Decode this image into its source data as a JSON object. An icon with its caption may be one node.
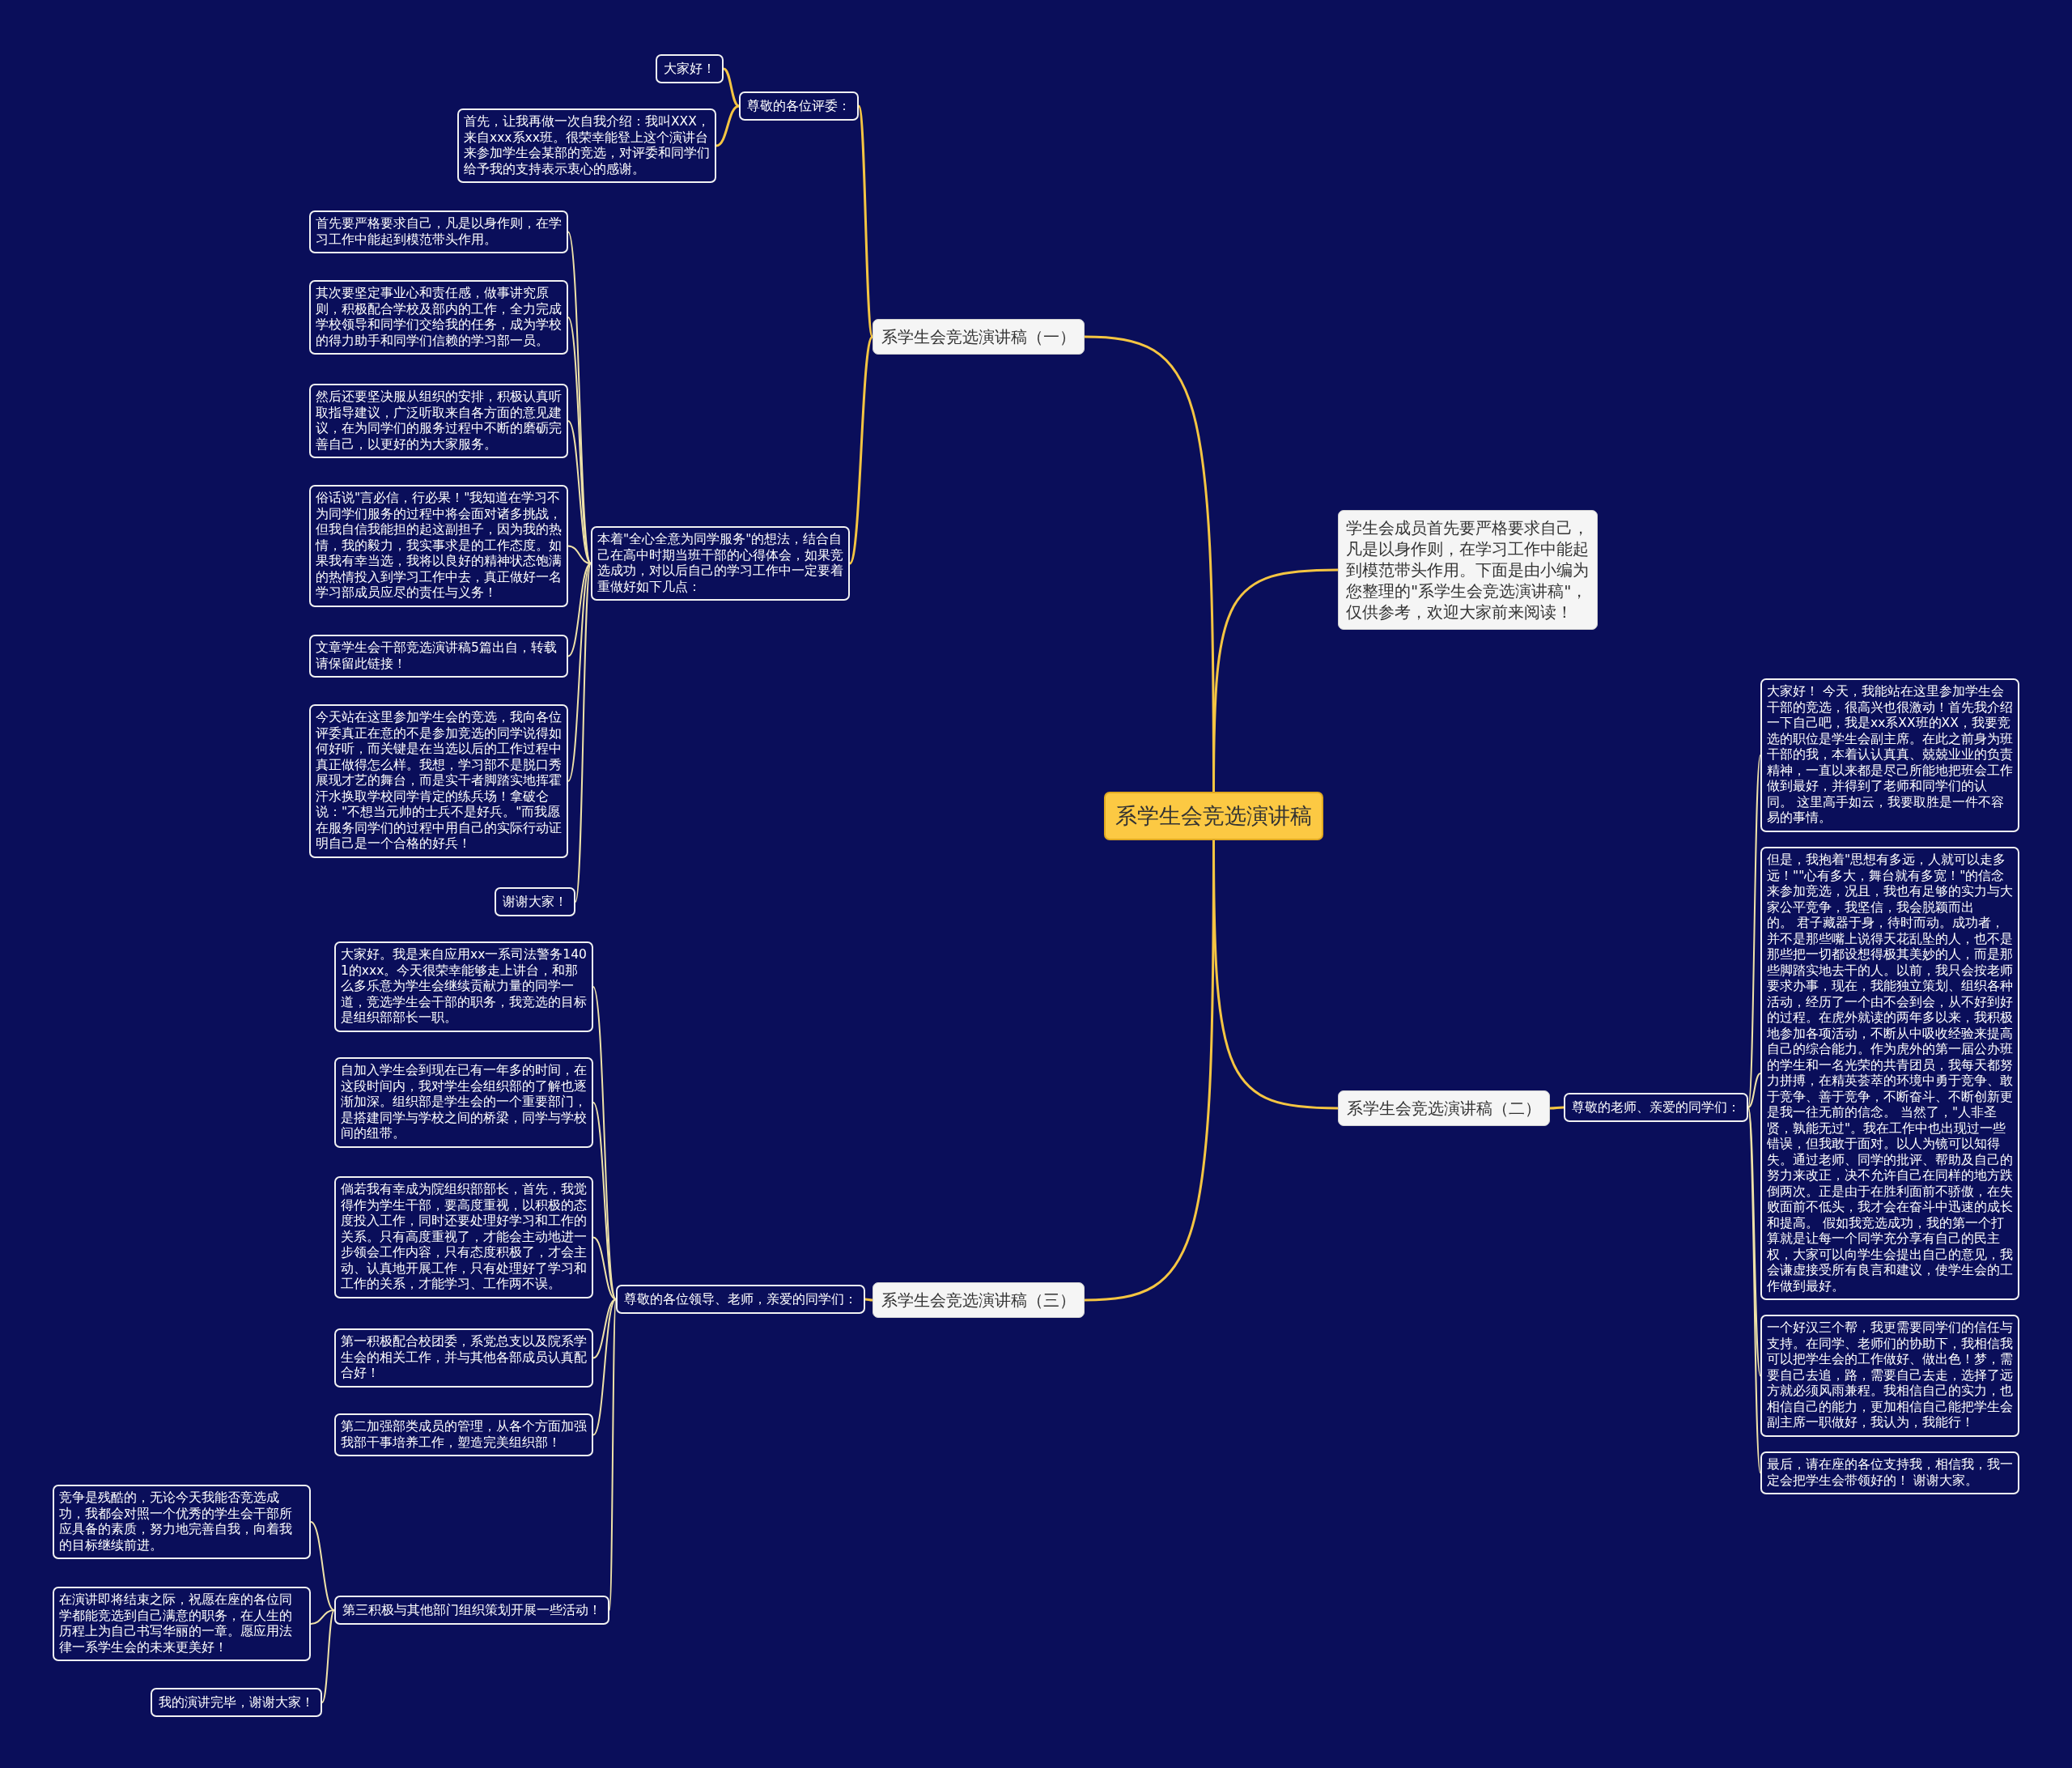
{
  "diagram": {
    "nodes": [
      {
        "text": [
          "系学生会竞选演讲稿"
        ]
      },
      {
        "text": [
          "系学生会竞选演讲稿（一）"
        ]
      },
      {
        "text": [
          "尊敬的各位评委："
        ]
      },
      {
        "text": [
          "大家好！"
        ]
      },
      {
        "text": [
          "首先，让我再做一次自我介绍：我叫XXX，来自xxx系xx班。很荣幸能登上这个演讲台来参加学生会某部的竞选，对评委和同学们给予我的支持表示衷心的感谢。"
        ]
      },
      {
        "text": [
          "本着\"全心全意为同学服务\"的想法，结合自己在高中时期当班干部的心得体会，如果竞选成功，对以后自己的学习工作中一定要着重做好如下几点："
        ]
      },
      {
        "text": [
          "首先要严格要求自己，凡是以身作则，在学习工作中能起到模范带头作用。"
        ]
      },
      {
        "text": [
          "其次要坚定事业心和责任感，做事讲究原则，积极配合学校及部内的工作，全力完成学校领导和同学们交给我的任务，成为学校的得力助手和同学们信赖的学习部一员。"
        ]
      },
      {
        "text": [
          "然后还要坚决服从组织的安排，积极认真听取指导建议，广泛听取来自各方面的意见建议，在为同学们的服务过程中不断的磨砺完善自己，以更好的为大家服务。"
        ]
      },
      {
        "text": [
          "俗话说\"言必信，行必果！\"我知道在学习不为同学们服务的过程中将会面对诸多挑战，但我自信我能担的起这副担子，因为我的热情，我的毅力，我实事求是的工作态度。如果我有幸当选，我将以良好的精神状态饱满的热情投入到学习工作中去，真正做好一名学习部成员应尽的责任与义务！"
        ]
      },
      {
        "text": [
          "文章学生会干部竞选演讲稿5篇出自，转载请保留此链接！"
        ]
      },
      {
        "text": [
          "今天站在这里参加学生会的竞选，我向各位评委真正在意的不是参加竞选的同学说得如何好听，而关键是在当选以后的工作过程中真正做得怎么样。我想，学习部不是脱口秀展现才艺的舞台，而是实干者脚踏实地挥霍汗水换取学校同学肯定的练兵场！拿破仑说：\"不想当元帅的士兵不是好兵。\"而我愿在服务同学们的过程中用自己的实际行动证明自己是一个合格的好兵！"
        ]
      },
      {
        "text": [
          "谢谢大家！"
        ]
      },
      {
        "text": [
          "学生会成员首先要严格要求自己，凡是以身作则，在学习工作中能起到模范带头作用。下面是由小编为您整理的\"系学生会竞选演讲稿\"，仅供参考，欢迎大家前来阅读！"
        ]
      },
      {
        "text": [
          "系学生会竞选演讲稿（二）"
        ]
      },
      {
        "text": [
          "尊敬的老师、亲爱的同学们："
        ]
      },
      {
        "text": [
          "大家好！ 今天，我能站在这里参加学生会干部的竞选，很高兴也很激动！首先我介绍一下自己吧，我是xx系XX班的XX，我要竞选的职位是学生会副主席。在此之前身为班干部的我，本着认认真真、兢兢业业的负责精神，一直以来都是尽己所能地把班会工作做到最好，并得到了老师和同学们的认同。 这里高手如云，我要取胜是一件不容易的事情。"
        ]
      },
      {
        "text": [
          "但是，我抱着\"思想有多远，人就可以走多远！\"\"心有多大，舞台就有多宽！\"的信念来参加竞选，况且，我也有足够的实力与大家公平竞争，我坚信，我会脱颖而出的。 君子藏器于身，待时而动。成功者，并不是那些嘴上说得天花乱坠的人，也不是那些把一切都设想得极其美妙的人，而是那些脚踏实地去干的人。以前，我只会按老师要求办事，现在，我能独立策划、组织各种活动，经历了一个由不会到会，从不好到好的过程。在虎外就读的两年多以来，我积极地参加各项活动，不断从中吸收经验来提高自己的综合能力。作为虎外的第一届公办班的学生和一名光荣的共青团员，我每天都努力拼搏，在精英荟萃的环境中勇于竞争、敢于竞争、善于竞争，不断奋斗、不断创新更是我一往无前的信念。 当然了，\"人非圣贤，孰能无过\"。我在工作中也出现过一些错误，但我敢于面对。以人为镜可以知得失。通过老师、同学的批评、帮助及自己的努力来改正，决不允许自己在同样的地方跌倒两次。正是由于在胜利面前不骄傲，在失败面前不低头，我才会在奋斗中迅速的成长和提高。 假如我竞选成功，我的第一个打算就是让每一个同学充分享有自己的民主权，大家可以向学生会提出自己的意见，我会谦虚接受所有良言和建议，使学生会的工作做到最好。"
        ]
      },
      {
        "text": [
          "一个好汉三个帮，我更需要同学们的信任与支持。在同学、老师们的协助下，我相信我可以把学生会的工作做好、做出色！梦，需要自己去追，路，需要自己去走，选择了远方就必须风雨兼程。我相信自己的实力，也相信自己的能力，更加相信自己能把学生会副主席一职做好，我认为，我能行！"
        ]
      },
      {
        "text": [
          "最后，请在座的各位支持我，相信我，我一定会把学生会带领好的！ 谢谢大家。"
        ]
      },
      {
        "text": [
          "系学生会竞选演讲稿（三）"
        ]
      },
      {
        "text": [
          "尊敬的各位领导、老师，亲爱的同学们："
        ]
      },
      {
        "text": [
          "大家好。我是来自应用xx一系司法警务1401的xxx。今天很荣幸能够走上讲台，和那么多乐意为学生会继续贡献力量的同学一道，竞选学生会干部的职务，我竞选的目标是组织部部长一职。"
        ]
      },
      {
        "text": [
          "自加入学生会到现在已有一年多的时间，在这段时间内，我对学生会组织部的了解也逐渐加深。组织部是学生会的一个重要部门，是搭建同学与学校之间的桥梁，同学与学校间的纽带。"
        ]
      },
      {
        "text": [
          "倘若我有幸成为院组织部部长，首先，我觉得作为学生干部，要高度重视，以积极的态度投入工作，同时还要处理好学习和工作的关系。只有高度重视了，才能会主动地进一步领会工作内容，只有态度积极了，才会主动、认真地开展工作，只有处理好了学习和工作的关系，才能学习、工作两不误。"
        ]
      },
      {
        "text": [
          "第一积极配合校团委，系党总支以及院系学生会的相关工作，并与其他各部成员认真配合好！"
        ]
      },
      {
        "text": [
          "第二加强部类成员的管理，从各个方面加强我部干事培养工作，塑造完美组织部！"
        ]
      },
      {
        "text": [
          "第三积极与其他部门组织策划开展一些活动！"
        ]
      },
      {
        "text": [
          "竞争是残酷的，无论今天我能否竞选成功，我都会对照一个优秀的学生会干部所应具备的素质，努力地完善自我，向着我的目标继续前进。"
        ]
      },
      {
        "text": [
          "在演讲即将结束之际，祝愿在座的各位同学都能竞选到自己满意的职务，在人生的历程上为自己书写华丽的一章。愿应用法律一系学生会的未来更美好！"
        ]
      },
      {
        "text": [
          "我的演讲完毕，谢谢大家！"
        ]
      }
    ],
    "edges": [
      {
        "from": 0,
        "to": 1,
        "arrow": "none",
        "color": "#f5c542"
      },
      {
        "from": 1,
        "to": 2,
        "arrow": "none",
        "color": "#f5c542"
      },
      {
        "from": 2,
        "to": 3,
        "arrow": "none",
        "color": "#f5c542"
      },
      {
        "from": 2,
        "to": 4,
        "arrow": "none",
        "color": "#f5c542"
      },
      {
        "from": 1,
        "to": 5,
        "arrow": "none",
        "color": "#f5c542"
      },
      {
        "from": 5,
        "to": 6,
        "arrow": "none"
      },
      {
        "from": 5,
        "to": 7,
        "arrow": "none"
      },
      {
        "from": 5,
        "to": 8,
        "arrow": "none"
      },
      {
        "from": 5,
        "to": 9,
        "arrow": "none"
      },
      {
        "from": 5,
        "to": 10,
        "arrow": "none"
      },
      {
        "from": 5,
        "to": 11,
        "arrow": "none"
      },
      {
        "from": 5,
        "to": 12,
        "arrow": "none"
      },
      {
        "from": 0,
        "to": 13,
        "arrow": "none",
        "color": "#f5c542"
      },
      {
        "from": 0,
        "to": 14,
        "arrow": "none",
        "color": "#f5c542"
      },
      {
        "from": 14,
        "to": 15,
        "arrow": "none",
        "color": "#f5c542"
      },
      {
        "from": 15,
        "to": 16,
        "arrow": "none"
      },
      {
        "from": 15,
        "to": 17,
        "arrow": "none"
      },
      {
        "from": 15,
        "to": 18,
        "arrow": "none"
      },
      {
        "from": 15,
        "to": 19,
        "arrow": "none"
      },
      {
        "from": 0,
        "to": 20,
        "arrow": "none",
        "color": "#f5c542"
      },
      {
        "from": 20,
        "to": 21,
        "arrow": "none",
        "color": "#f5c542"
      },
      {
        "from": 21,
        "to": 22,
        "arrow": "none"
      },
      {
        "from": 21,
        "to": 23,
        "arrow": "none"
      },
      {
        "from": 21,
        "to": 24,
        "arrow": "none"
      },
      {
        "from": 21,
        "to": 25,
        "arrow": "none"
      },
      {
        "from": 21,
        "to": 26,
        "arrow": "none"
      },
      {
        "from": 21,
        "to": 27,
        "arrow": "none"
      },
      {
        "from": 27,
        "to": 28,
        "arrow": "none"
      },
      {
        "from": 27,
        "to": 29,
        "arrow": "none"
      },
      {
        "from": 27,
        "to": 30,
        "arrow": "none"
      }
    ]
  }
}
